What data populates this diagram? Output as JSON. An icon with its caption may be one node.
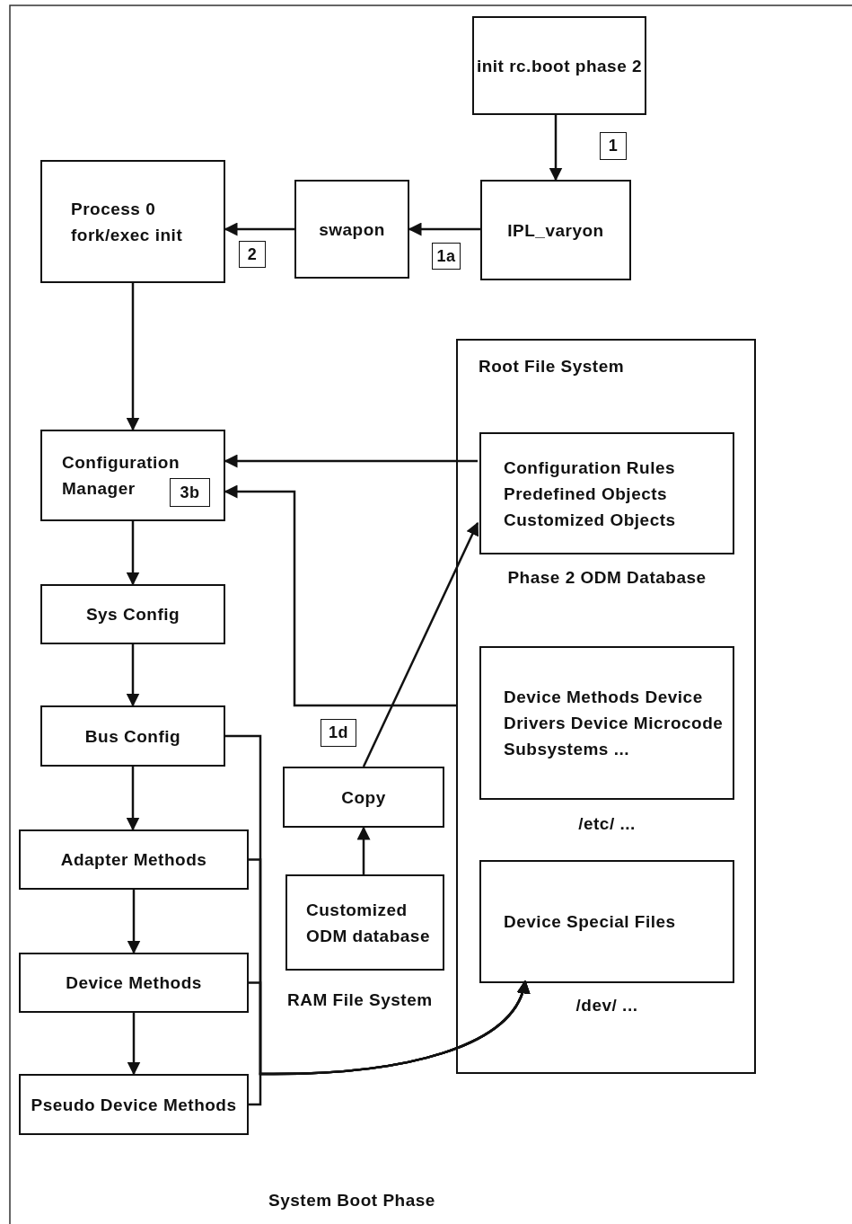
{
  "diagram": {
    "caption": "System Boot Phase",
    "nodes": [
      {
        "text": [
          "init rc.boot phase 2"
        ]
      },
      {
        "text": [
          "1"
        ]
      },
      {
        "text": [
          "IPL_varyon"
        ]
      },
      {
        "text": [
          "swapon"
        ]
      },
      {
        "text": [
          "1a"
        ]
      },
      {
        "text": [
          "Process 0 fork/exec init"
        ]
      },
      {
        "text": [
          "2"
        ]
      },
      {
        "text": [
          "Root File System"
        ]
      },
      {
        "text": [
          "Configuration Manager"
        ]
      },
      {
        "text": [
          "3b"
        ],
        "in": 8
      },
      {
        "text": [
          "Configuration Rules Predefined Objects Customized Objects"
        ],
        "in": 7,
        "beside": [
          "Phase 2 ODM Database"
        ]
      },
      {
        "text": [
          "Sys Config"
        ]
      },
      {
        "text": [
          "Device Methods Device Drivers Device Microcode Subsystems ..."
        ],
        "in": 7,
        "beside": [
          "/etc/ ..."
        ]
      },
      {
        "text": [
          "Bus Config"
        ]
      },
      {
        "text": [
          "1d"
        ]
      },
      {
        "text": [
          "Copy"
        ]
      },
      {
        "text": [
          "Adapter Methods"
        ]
      },
      {
        "text": [
          "Device Special Files"
        ],
        "in": 7,
        "beside": [
          "/dev/ ..."
        ]
      },
      {
        "text": [
          "Customized ODM database"
        ]
      },
      {
        "text": [
          "Device Methods"
        ]
      },
      {
        "text": [
          "Pseudo Device Methods"
        ]
      }
    ],
    "edges": [
      {
        "from": 0,
        "to": 2,
        "arrow": "to"
      },
      {
        "from": 2,
        "to": 3,
        "arrow": "to"
      },
      {
        "from": 3,
        "to": 5,
        "arrow": "to"
      },
      {
        "from": 5,
        "to": 8,
        "arrow": "to"
      },
      {
        "from": 10,
        "to": 8,
        "arrow": "to"
      },
      {
        "from": 7,
        "to": 8,
        "arrow": "to"
      },
      {
        "from": 8,
        "to": 11,
        "arrow": "to"
      },
      {
        "from": 11,
        "to": 13,
        "arrow": "to"
      },
      {
        "from": 13,
        "to": 16,
        "arrow": "to"
      },
      {
        "from": 16,
        "to": 19,
        "arrow": "to"
      },
      {
        "from": 19,
        "to": 20,
        "arrow": "to"
      },
      {
        "from": 15,
        "to": 10,
        "arrow": "to"
      },
      {
        "from": 18,
        "to": 15,
        "arrow": "to"
      },
      {
        "from": 13,
        "to": 17,
        "arrow": "to"
      },
      {
        "from": 16,
        "to": 17,
        "arrow": "to"
      },
      {
        "from": 19,
        "to": 17,
        "arrow": "to"
      },
      {
        "from": 20,
        "to": 17,
        "arrow": "to"
      }
    ],
    "labels": [
      "RAM File System"
    ]
  }
}
